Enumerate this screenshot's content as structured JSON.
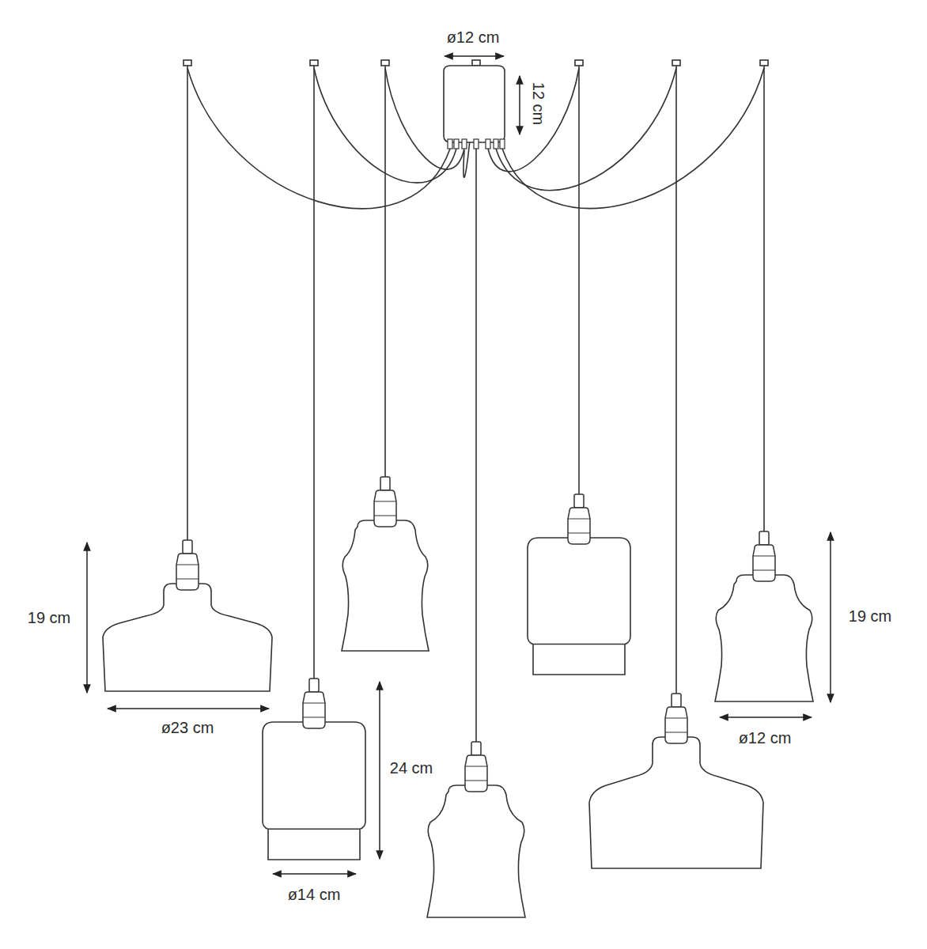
{
  "diagram": {
    "labels": [
      "ø12 cm",
      "12 cm",
      "19 cm",
      "ø23 cm",
      "24 cm",
      "ø14 cm",
      "19 cm",
      "ø12 cm"
    ]
  }
}
